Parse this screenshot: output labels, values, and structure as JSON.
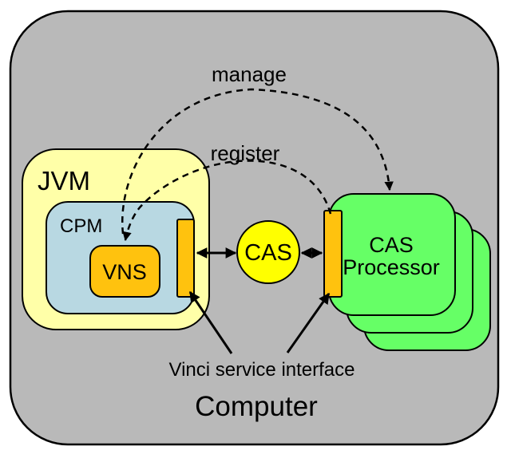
{
  "labels": {
    "computer": "Computer",
    "jvm": "JVM",
    "cpm": "CPM",
    "vns": "VNS",
    "cas": "CAS",
    "cas_processor_line1": "CAS",
    "cas_processor_line2": "Processor",
    "manage": "manage",
    "register": "register",
    "vinci": "Vinci service interface"
  },
  "colors": {
    "computer_fill": "#b9b9b9",
    "jvm_fill": "#ffffa8",
    "cpm_fill": "#b8d8e2",
    "orange_fill": "#ffc20e",
    "processor_fill": "#66ff66",
    "cas_fill": "#ffff00",
    "outline": "#000000"
  }
}
